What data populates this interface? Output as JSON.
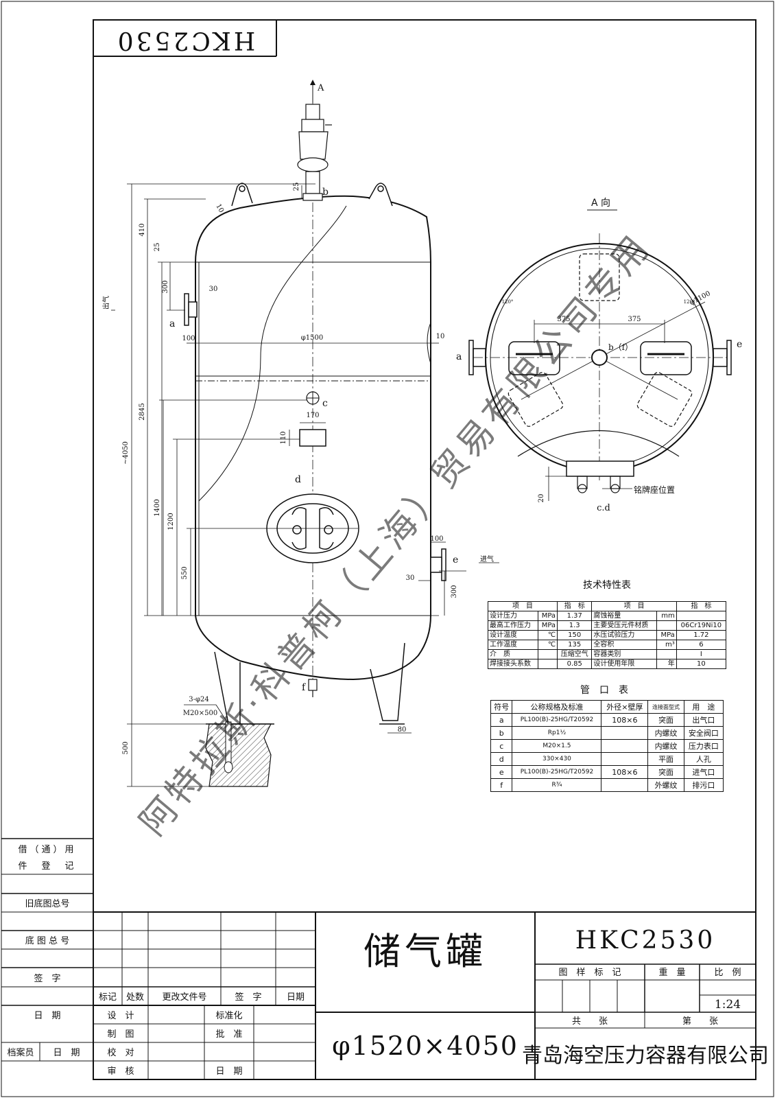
{
  "top_label": "HKC2530",
  "watermark": "阿特拉斯·科普柯（上海）贸易有限公司专用",
  "side_labels": {
    "outlet": "出气",
    "inlet": "进气"
  },
  "view_title": "A 向",
  "arrow_a": "A",
  "nameplate_label": "铭牌座位置",
  "cd_label": "c.d",
  "b_f_label": "b（f）",
  "nozzle_letters": {
    "a": "a",
    "b": "b",
    "c": "c",
    "d": "d",
    "e": "e",
    "f": "f"
  },
  "dims": {
    "d1500": "φ1500",
    "d1100": "φ1100",
    "h4050": "~4050",
    "h2845": "2845",
    "h1400": "1400",
    "h1200": "1200",
    "h550": "550",
    "h410": "410",
    "h25a": "25",
    "h25b": "25",
    "h300a": "300",
    "h300b": "300",
    "w30a": "30",
    "w30b": "30",
    "w100a": "100",
    "w100b": "100",
    "w10a": "10",
    "w10b": "10",
    "w170": "170",
    "h110": "110",
    "h500": "500",
    "w80": "80",
    "w375a": "375",
    "w375b": "375",
    "h20": "20",
    "ang120a": "120°",
    "ang120b": "120°",
    "anchor_a": "3-φ24",
    "anchor_b": "M20×500"
  },
  "tech_table": {
    "title": "技术特性表",
    "headers": [
      "项　目",
      "指　标",
      "项　目",
      "指　标"
    ],
    "rows": [
      [
        "设计压力",
        "MPa",
        "1.37",
        "腐蚀裕量",
        "mm",
        ""
      ],
      [
        "最高工作压力",
        "MPa",
        "1.3",
        "主要受压元件材质",
        "",
        "06Cr19Ni10"
      ],
      [
        "设计温度",
        "℃",
        "150",
        "水压试验压力",
        "MPa",
        "1.72"
      ],
      [
        "工作温度",
        "℃",
        "135",
        "全容积",
        "m³",
        "6"
      ],
      [
        "介　质",
        "",
        "压缩空气",
        "容器类别",
        "",
        "Ⅰ"
      ],
      [
        "焊接接头系数",
        "",
        "0.85",
        "设计使用年限",
        "年",
        "10"
      ]
    ]
  },
  "pipe_table": {
    "title": "管　口　表",
    "headers": [
      "符号",
      "公称规格及标准",
      "外径×壁厚",
      "连接面型式",
      "用　途"
    ],
    "rows": [
      [
        "a",
        "PL100(B)-25HG/T20592",
        "108×6",
        "突面",
        "出气口"
      ],
      [
        "b",
        "Rp1½",
        "",
        "内螺纹",
        "安全阀口"
      ],
      [
        "c",
        "M20×1.5",
        "",
        "内螺纹",
        "压力表口"
      ],
      [
        "d",
        "330×430",
        "",
        "平面",
        "人孔"
      ],
      [
        "e",
        "PL100(B)-25HG/T20592",
        "108×6",
        "突面",
        "进气口"
      ],
      [
        "f",
        "R¾",
        "",
        "外螺纹",
        "排污口"
      ]
    ]
  },
  "left_block": {
    "reg1": "借（通）用",
    "reg2": "件　登　记",
    "old_no": "旧底图总号",
    "base_no": "底 图 总 号",
    "sign": "签　字",
    "date": "日　期",
    "archivist": "档案员",
    "date2": "日　期"
  },
  "title_block": {
    "rev_headers": [
      "标记",
      "处数",
      "更改文件号",
      "签　字",
      "日期"
    ],
    "roles": [
      "设　计",
      "制　图",
      "校　对",
      "审　核"
    ],
    "roles2": [
      "标准化",
      "批　准",
      "",
      "日　期"
    ],
    "name": "储气罐",
    "size": "φ1520×4050",
    "drawing_no": "HKC2530",
    "mark_label": "图　样　标　记",
    "weight_label": "重　量",
    "scale_label": "比　例",
    "scale": "1:24",
    "total_label": "共　　张",
    "sheet_label": "第　　张",
    "company": "青岛海空压力容器有限公司"
  }
}
